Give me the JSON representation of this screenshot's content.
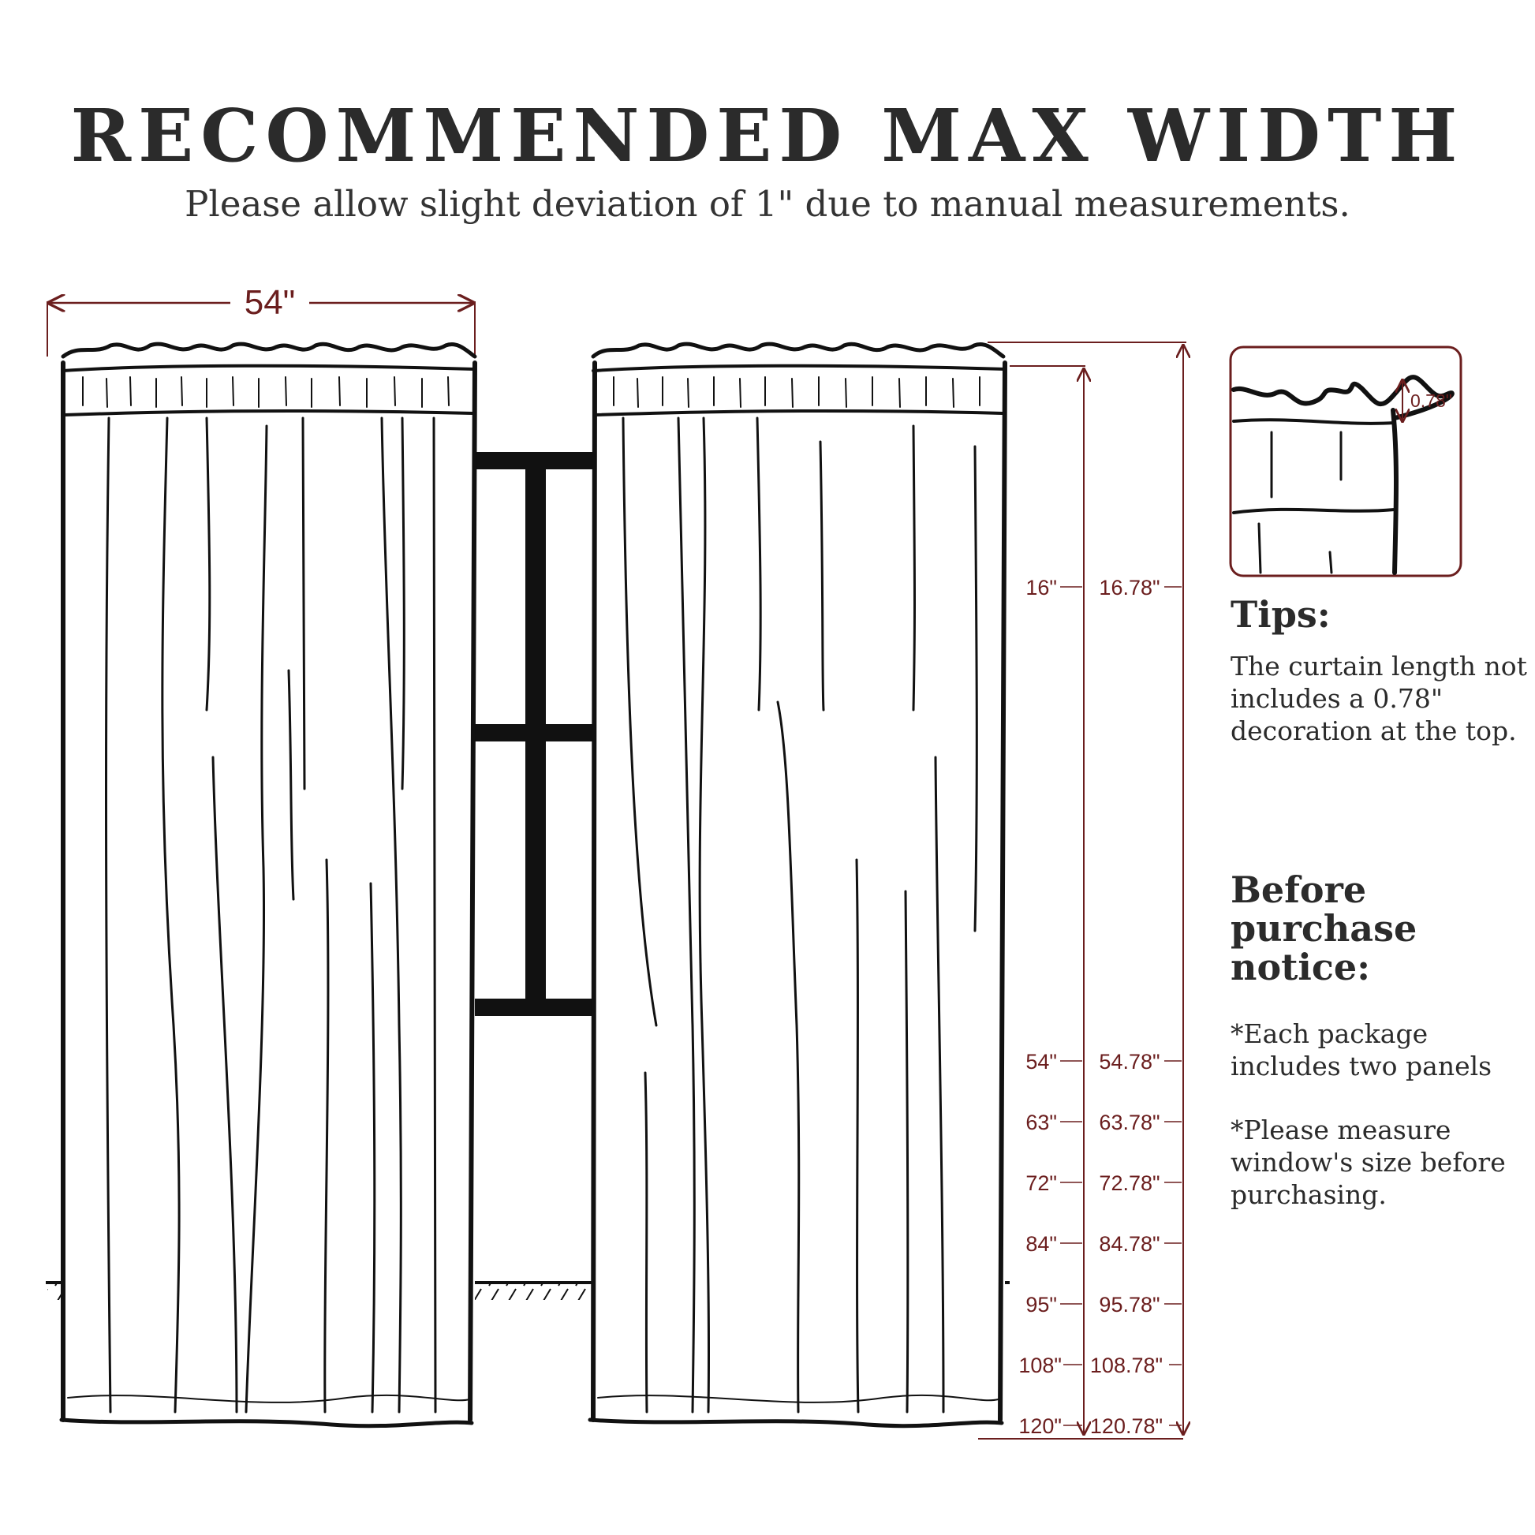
{
  "header": {
    "title": "RECOMMENDED MAX WIDTH",
    "subtitle": "Please allow slight deviation of 1\" due to manual measurements."
  },
  "width_label": "54\"",
  "detail_label": "0.78\"",
  "length_labels": [
    {
      "length": "16\"",
      "total": "16.78\""
    },
    {
      "length": "54\"",
      "total": "54.78\""
    },
    {
      "length": "63\"",
      "total": "63.78\""
    },
    {
      "length": "72\"",
      "total": "72.78\""
    },
    {
      "length": "84\"",
      "total": "84.78\""
    },
    {
      "length": "95\"",
      "total": "95.78\""
    },
    {
      "length": "108\"",
      "total": "108.78\""
    },
    {
      "length": "120\"",
      "total": "120.78\""
    }
  ],
  "tips": {
    "title": "Tips:",
    "text": "The curtain length not includes a 0.78\" decoration at the top."
  },
  "notice": {
    "title": "Before purchase notice:",
    "items": [
      "*Each package includes two panels",
      "*Please measure window's size before purchasing."
    ]
  },
  "colors": {
    "accent": "#6b1e1e",
    "ink": "#111111",
    "text": "#2b2b2b"
  }
}
